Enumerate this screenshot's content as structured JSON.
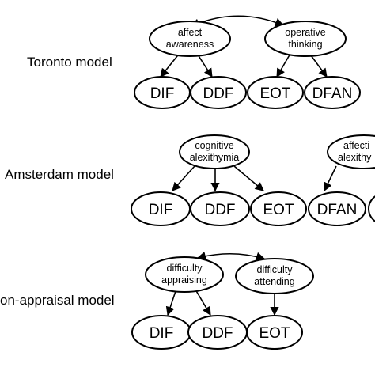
{
  "models": [
    {
      "label": "Toronto model",
      "latent": [
        {
          "line1": "affect",
          "line2": "awareness"
        },
        {
          "line1": "operative",
          "line2": "thinking"
        }
      ],
      "observed": [
        "DIF",
        "DDF",
        "EOT",
        "DFAN"
      ]
    },
    {
      "label": "Amsterdam model",
      "latent": [
        {
          "line1": "cognitive",
          "line2": "alexithymia"
        },
        {
          "line1": "affecti",
          "line2": "alexithy"
        }
      ],
      "observed": [
        "DIF",
        "DDF",
        "EOT",
        "DFAN"
      ]
    },
    {
      "label": "on-appraisal model",
      "latent": [
        {
          "line1": "difficulty",
          "line2": "appraising"
        },
        {
          "line1": "difficulty",
          "line2": "attending"
        }
      ],
      "observed": [
        "DIF",
        "DDF",
        "EOT"
      ]
    }
  ]
}
